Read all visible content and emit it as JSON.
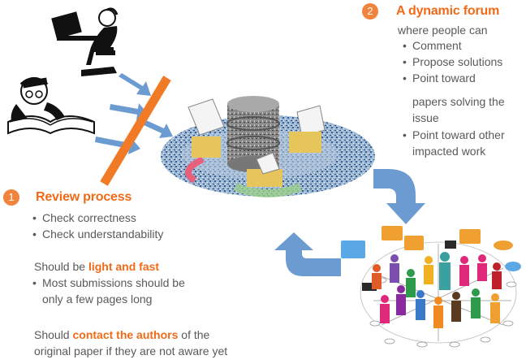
{
  "review": {
    "number": "1",
    "title": "Review process",
    "bullets": [
      "Check correctness",
      "Check understandability"
    ],
    "light_prefix": "Should be ",
    "light_highlight": "light and fast",
    "light_bullets": [
      "Most submissions should be",
      "only a few pages long"
    ],
    "contact_prefix": "Should ",
    "contact_highlight": "contact the authors",
    "contact_suffix": " of the",
    "contact_line2": "original paper if they are not aware yet"
  },
  "forum": {
    "number": "2",
    "title": "A dynamic forum",
    "intro": "where people can",
    "bullets": [
      "Comment",
      "Propose solutions",
      "Point toward",
      "papers solving the",
      "issue",
      "Point toward other",
      "impacted work"
    ]
  },
  "colors": {
    "accent": "#f06a18",
    "badge": "#f0843c",
    "text": "#595959",
    "arrow_blue": "#6c9bd2",
    "barrier": "#f07a26"
  },
  "icons": [
    "person-at-computer-icon",
    "person-reading-book-icon",
    "database-platform-icon",
    "social-network-icon"
  ]
}
